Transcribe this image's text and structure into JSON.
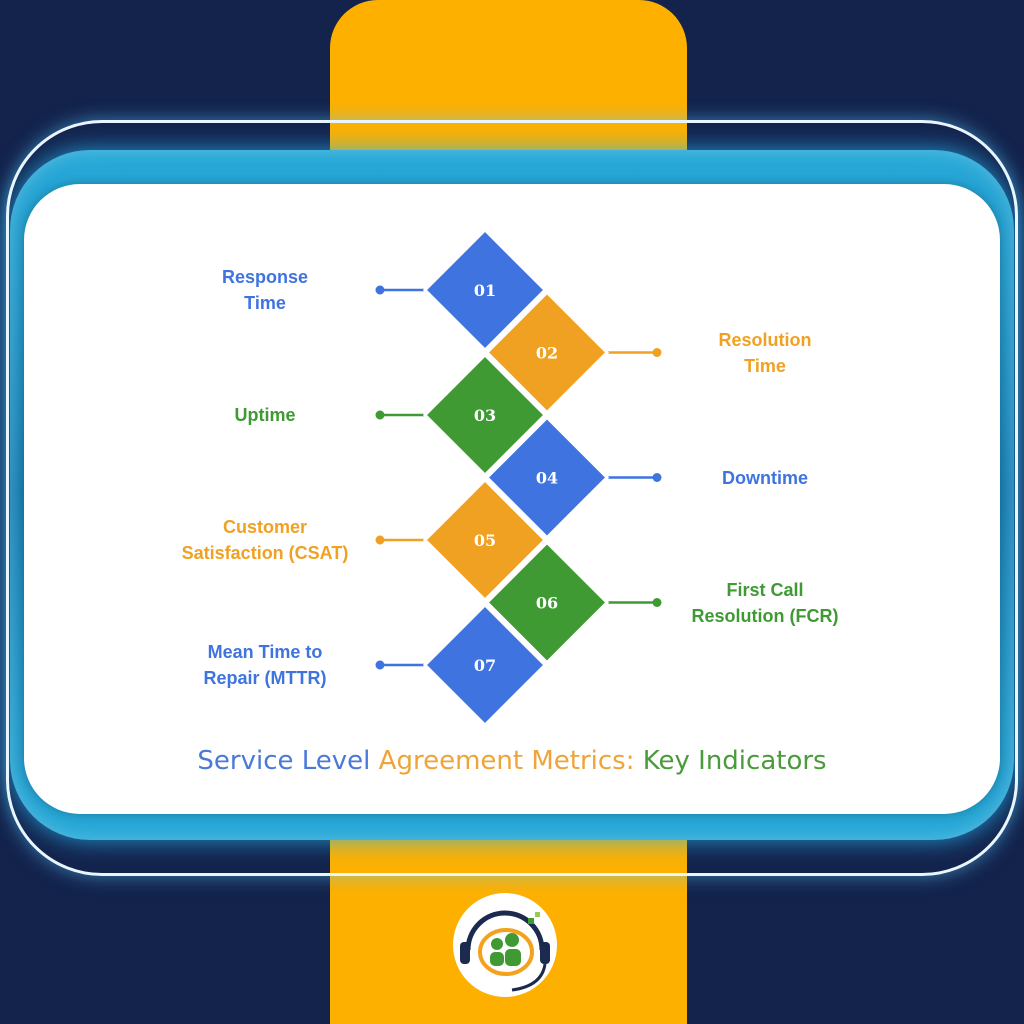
{
  "title": {
    "part1": "Service Level",
    "part2": "Agreement Metrics:",
    "part3": "Key Indicators"
  },
  "metrics": [
    {
      "number": "01",
      "label": "Response\nTime",
      "side": "left",
      "color": "#3f74e0"
    },
    {
      "number": "02",
      "label": "Resolution\nTime",
      "side": "right",
      "color": "#f0a122"
    },
    {
      "number": "03",
      "label": "Uptime",
      "side": "left",
      "color": "#3f9a33"
    },
    {
      "number": "04",
      "label": "Downtime",
      "side": "right",
      "color": "#3f74e0"
    },
    {
      "number": "05",
      "label": "Customer\nSatisfaction (CSAT)",
      "side": "left",
      "color": "#f0a122"
    },
    {
      "number": "06",
      "label": "First Call\nResolution (FCR)",
      "side": "right",
      "color": "#3f9a33"
    },
    {
      "number": "07",
      "label": "Mean Time to\nRepair (MTTR)",
      "side": "left",
      "color": "#3f74e0"
    }
  ],
  "colors": {
    "navy": "#13234c",
    "amber": "#fdb000",
    "blue": "#3f74e0",
    "orange": "#f0a122",
    "green": "#3f9a33"
  },
  "logo": {
    "icon": "headset-people-icon"
  }
}
